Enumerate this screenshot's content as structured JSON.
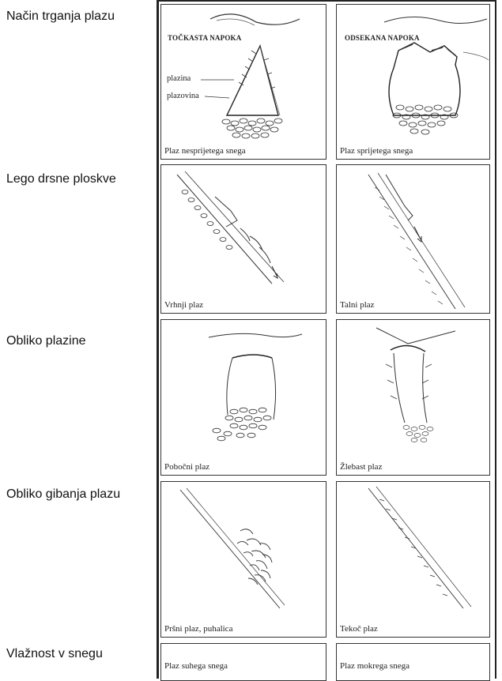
{
  "row_labels": [
    "Način trganja plazu",
    "Lego drsne ploskve",
    "Obliko plazine",
    "Obliko gibanja plazu",
    "Vlažnost v snegu"
  ],
  "panels": {
    "p11": {
      "header": "TOČKASTA NAPOKA",
      "annot1": "plazina",
      "annot2": "plazovina",
      "caption": "Plaz nesprijetega snega"
    },
    "p12": {
      "header": "ODSEKANA NAPOKA",
      "caption": "Plaz sprijetega snega"
    },
    "p21": {
      "caption": "Vrhnji plaz"
    },
    "p22": {
      "caption": "Talni plaz"
    },
    "p31": {
      "caption": "Pobočni plaz"
    },
    "p32": {
      "caption": "Žlebast plaz"
    },
    "p41": {
      "caption": "Pršni plaz, puhalica"
    },
    "p42": {
      "caption": "Tekoč plaz"
    },
    "p51": {
      "caption": "Plaz suhega snega"
    },
    "p52": {
      "caption": "Plaz mokrega snega"
    }
  }
}
